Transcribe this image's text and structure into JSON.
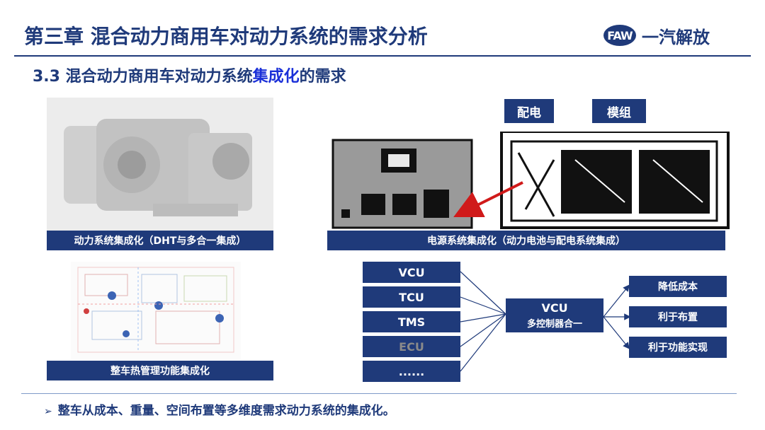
{
  "header": {
    "title": "第三章 混合动力商用车对动力系统的需求分析",
    "logo_badge": "FAW",
    "logo_text": "一汽解放"
  },
  "subtitle": {
    "prefix": "3.3 混合动力商用车对动力系统",
    "highlight": "集成化",
    "suffix": "的需求"
  },
  "panels": {
    "dht_caption": "动力系统集成化（DHT与多合一集成）",
    "power_caption": "电源系统集成化（动力电池与配电系统集成）",
    "power_tags": [
      "配电",
      "模组"
    ],
    "thermal_caption": "整车热管理功能集成化"
  },
  "controllers": {
    "inputs": [
      "VCU",
      "TCU",
      "TMS",
      "ECU",
      "......"
    ],
    "hub_line1": "VCU",
    "hub_line2": "多控制器合一",
    "outputs": [
      "降低成本",
      "利于布置",
      "利于功能实现"
    ]
  },
  "footer": {
    "bullet_marker": "➢",
    "bullet_text": "整车从成本、重量、空间布置等多维度需求动力系统的集成化。"
  },
  "colors": {
    "primary": "#1f3a7a",
    "highlight": "#1a2fd8",
    "arrow_red": "#d01a1a"
  }
}
